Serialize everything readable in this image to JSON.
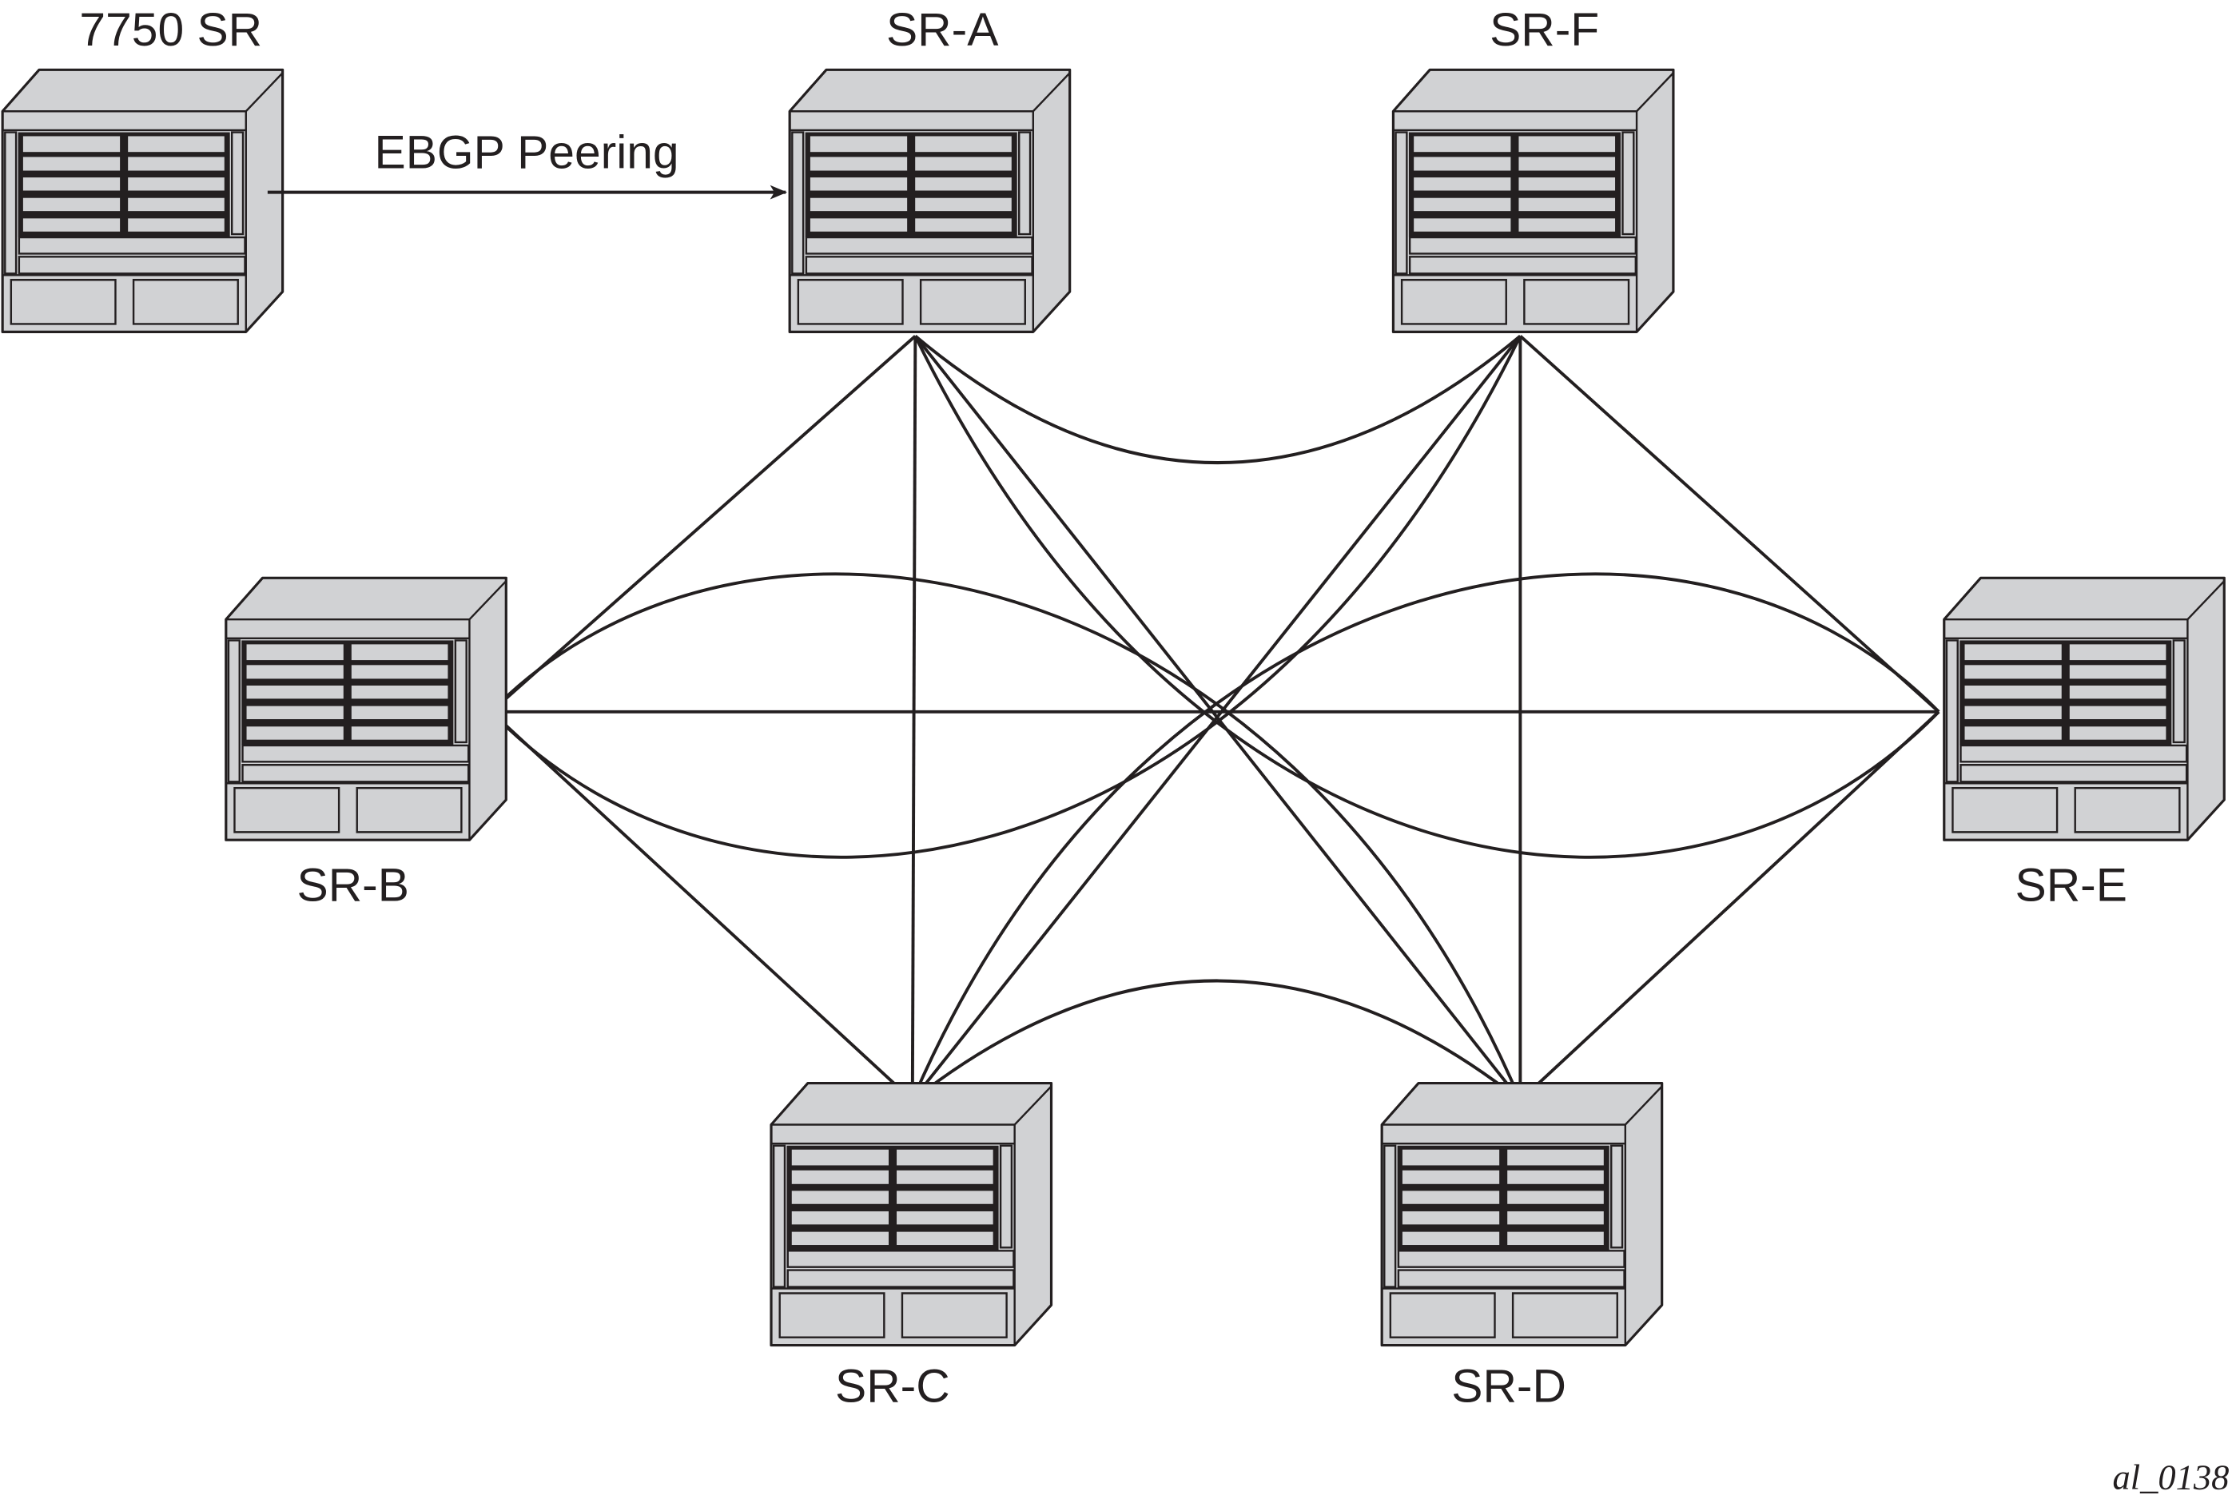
{
  "nodes": [
    {
      "id": "edge",
      "label": "7750 SR"
    },
    {
      "id": "A",
      "label": "SR-A"
    },
    {
      "id": "F",
      "label": "SR-F"
    },
    {
      "id": "B",
      "label": "SR-B"
    },
    {
      "id": "E",
      "label": "SR-E"
    },
    {
      "id": "C",
      "label": "SR-C"
    },
    {
      "id": "D",
      "label": "SR-D"
    }
  ],
  "peering": {
    "from": "edge",
    "to": "A",
    "label": "EBGP Peering",
    "arrow": true
  },
  "links": [
    {
      "from": "A",
      "to": "B",
      "style": "straight"
    },
    {
      "from": "A",
      "to": "C",
      "style": "straight"
    },
    {
      "from": "A",
      "to": "D",
      "style": "straight"
    },
    {
      "from": "A",
      "to": "F",
      "style": "curved"
    },
    {
      "from": "A",
      "to": "E",
      "style": "curved"
    },
    {
      "from": "B",
      "to": "C",
      "style": "straight"
    },
    {
      "from": "B",
      "to": "E",
      "style": "straight"
    },
    {
      "from": "B",
      "to": "D",
      "style": "curved"
    },
    {
      "from": "B",
      "to": "F",
      "style": "curved"
    },
    {
      "from": "F",
      "to": "E",
      "style": "straight"
    },
    {
      "from": "F",
      "to": "D",
      "style": "straight"
    },
    {
      "from": "F",
      "to": "C",
      "style": "straight"
    },
    {
      "from": "E",
      "to": "D",
      "style": "straight"
    },
    {
      "from": "E",
      "to": "C",
      "style": "curved"
    },
    {
      "from": "C",
      "to": "D",
      "style": "curved"
    }
  ],
  "figure_id": "al_0138",
  "colors": {
    "device_fill": "#d1d2d4",
    "line": "#231f20"
  }
}
